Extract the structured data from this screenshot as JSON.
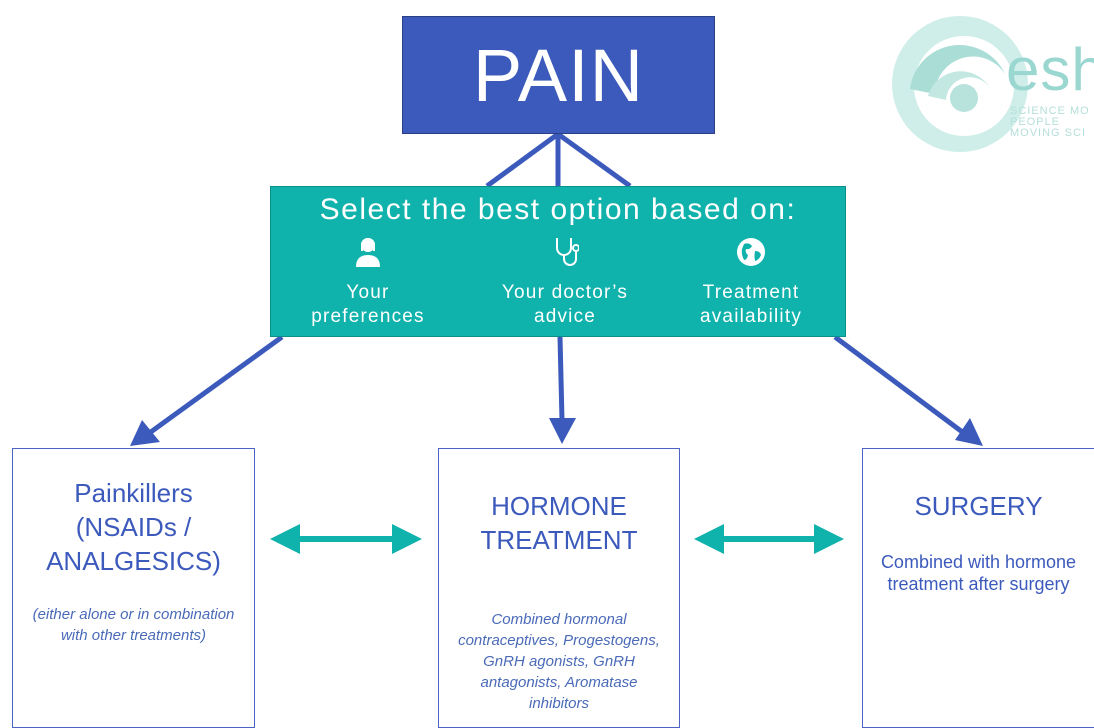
{
  "pain": {
    "label": "PAIN"
  },
  "logo": {
    "text": "eshr",
    "line1": "SCIENCE MO",
    "line2": "PEOPLE",
    "line3": "MOVING SCI"
  },
  "select": {
    "title": "Select the best option based on:",
    "options": [
      {
        "icon": "person-icon",
        "line1": "Your",
        "line2": "preferences"
      },
      {
        "icon": "stethoscope-icon",
        "line1": "Your doctor’s",
        "line2": "advice"
      },
      {
        "icon": "globe-icon",
        "line1": "Treatment",
        "line2": "availability"
      }
    ]
  },
  "cards": [
    {
      "title_lines": [
        "Painkillers",
        "(NSAIDs /",
        "ANALGESICS)"
      ],
      "note_lines": [
        "(either alone or in combination",
        "with other treatments)"
      ]
    },
    {
      "title_lines": [
        "HORMONE",
        "TREATMENT"
      ],
      "note_lines": [
        "Combined hormonal",
        "contraceptives, Progestogens,",
        "GnRH agonists, GnRH",
        "antagonists, Aromatase",
        "inhibitors"
      ]
    },
    {
      "title_lines": [
        "SURGERY"
      ],
      "sub_lines": [
        "Combined with hormone",
        "treatment after surgery"
      ]
    }
  ],
  "colors": {
    "blue": "#3c5abc",
    "teal": "#10b2ac",
    "logo_teal": "#9ad7d0"
  }
}
